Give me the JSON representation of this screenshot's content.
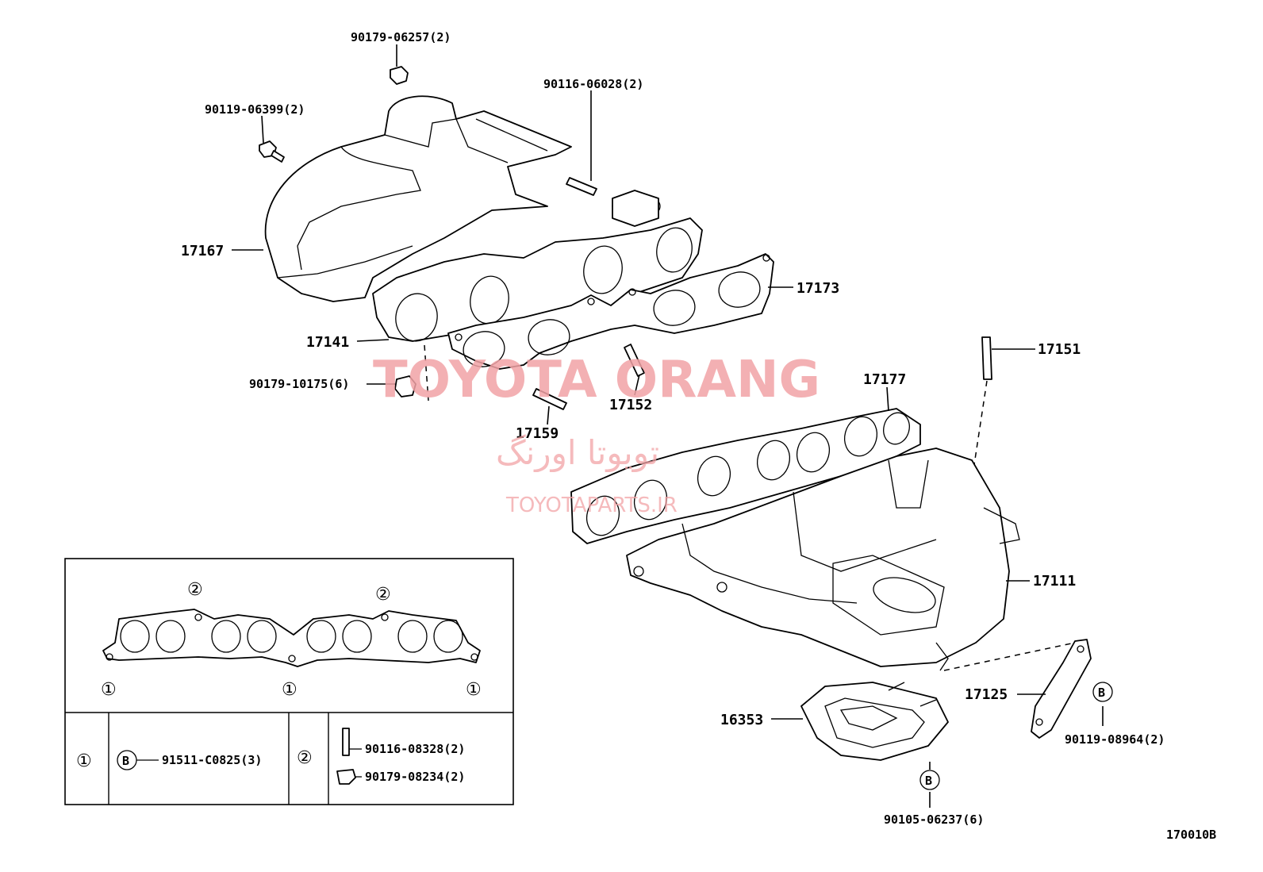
{
  "parts": {
    "p90179_06257": "90179-06257(2)",
    "p90116_06028": "90116-06028(2)",
    "p90119_06399": "90119-06399(2)",
    "p17167": "17167",
    "p17173": "17173",
    "p17141": "17141",
    "p90179_10175": "90179-10175(6)",
    "p17152": "17152",
    "p17159": "17159",
    "p17151": "17151",
    "p17177": "17177",
    "p17111": "17111",
    "p17125": "17125",
    "p90119_08964": "90119-08964(2)",
    "p16353": "16353",
    "p90105_06237": "90105-06237(6)"
  },
  "watermark": {
    "brand": "TOYOTA ORANG",
    "arabic": "تویوتا اورنگ",
    "site": "TOYOTAPARTS.IR"
  },
  "legend_box": {
    "marker_1": "①",
    "marker_2": "②",
    "marker_b": "B",
    "row1_part": "91511-C0825(3)",
    "row2_part_a": "90116-08328(2)",
    "row2_part_b": "90179-08234(2)"
  },
  "callout_b": "B",
  "figure_code": "170010B"
}
